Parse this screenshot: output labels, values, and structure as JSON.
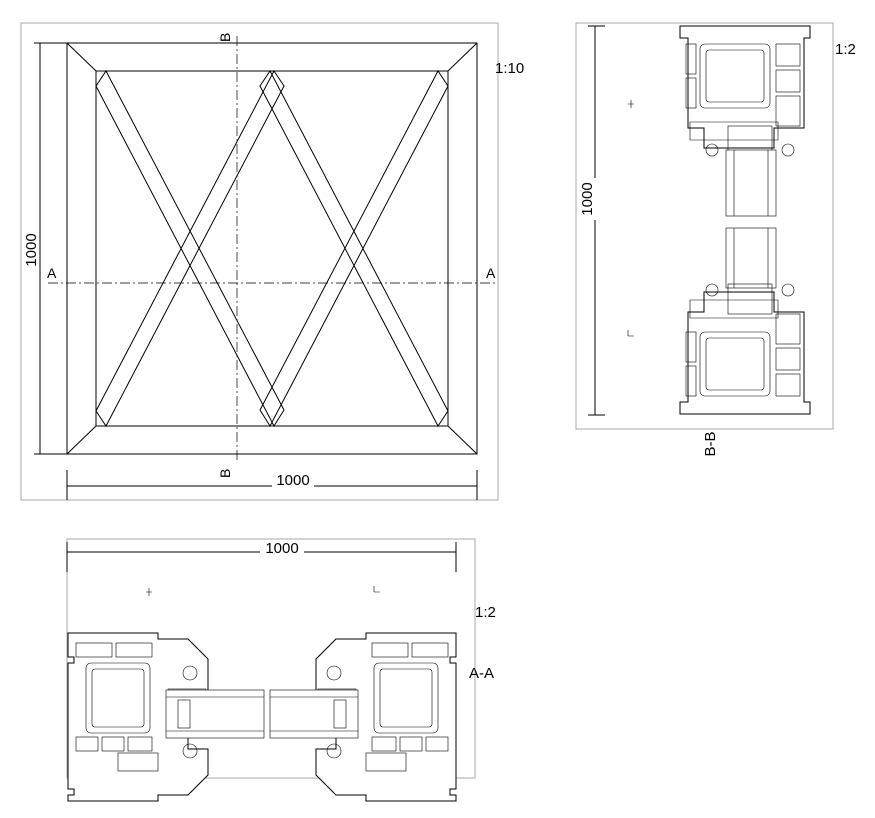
{
  "elevation": {
    "scale": "1:10",
    "width_dim": "1000",
    "height_dim": "1000",
    "section_a_label": "A",
    "section_b_label": "B"
  },
  "section_bb": {
    "scale": "1:2",
    "height_dim": "1000",
    "title": "B-B"
  },
  "section_aa": {
    "scale": "1:2",
    "width_dim": "1000",
    "title": "A-A"
  }
}
